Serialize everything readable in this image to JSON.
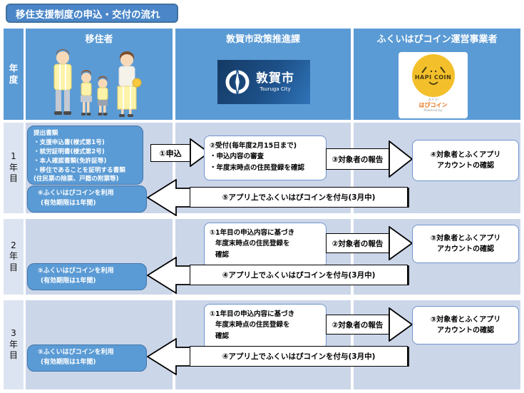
{
  "title": "移住支援制度の申込・交付の流れ",
  "colors": {
    "header_blue": "#5b9bd5",
    "row_bg": "#ccd6e9",
    "year_col_bg": "#dce4f1",
    "title_bg": "#4a86c8"
  },
  "header": {
    "year_axis_label": "年度",
    "columns": [
      {
        "label": "移住者"
      },
      {
        "label": "敦賀市政策推進課"
      },
      {
        "label": "ふくいはぴコイン運営事業者"
      }
    ],
    "tsuruga_logo": {
      "name": "敦賀市",
      "subtitle": "Tsuruga City"
    },
    "hapicoin_logo": {
      "coin_text": "HAPI COIN",
      "sub1": "ふくい",
      "sub2": "はぴコイン",
      "sub3": "Powered by"
    }
  },
  "rows": [
    {
      "year": "1年目",
      "documents_box": {
        "line1": "提出書類",
        "line2": "・支援申込書(様式第1号)",
        "line3": "・就労証明書(様式第2号)",
        "line4": "・本人確認書類(免許証等)",
        "line5": "・移住であることを証明する書類",
        "line6": "(住民票の除票、戸籍の附票等)"
      },
      "apply_arrow_label": "①申込",
      "reception_box": {
        "line1": "②受付(毎年度2月15日まで)",
        "line2": "・申込内容の審査",
        "line3": "・年度末時点の住民登録を確認"
      },
      "report_arrow_label": "③対象者の報告",
      "account_box": {
        "line1": "④対象者とふくアプリ",
        "line2": "アカウントの確認"
      },
      "grant_arrow_label": "⑤アプリ上でふくいはぴコインを付与(3月中)",
      "use_box": {
        "line1": "⑥ふくいはぴコインを利用",
        "line2": "(有効期限は1年間)"
      }
    },
    {
      "year": "2年目",
      "check_box": {
        "line1": "①1年目の申込内容に基づき",
        "line2": "年度末時点の住民登録を",
        "line3": "確認"
      },
      "report_arrow_label": "②対象者の報告",
      "account_box": {
        "line1": "③対象者とふくアプリ",
        "line2": "アカウントの確認"
      },
      "grant_arrow_label": "④アプリ上でふくいはぴコインを付与(3月中)",
      "use_box": {
        "line1": "⑤ふくいはぴコインを利用",
        "line2": "(有効期限は1年間)"
      }
    },
    {
      "year": "3年目",
      "check_box": {
        "line1": "①1年目の申込内容に基づき",
        "line2": "年度末時点の住民登録を",
        "line3": "確認"
      },
      "report_arrow_label": "②対象者の報告",
      "account_box": {
        "line1": "③対象者とふくアプリ",
        "line2": "アカウントの確認"
      },
      "grant_arrow_label": "④アプリ上でふくいはぴコインを付与(3月中)",
      "use_box": {
        "line1": "⑤ふくいはぴコインを利用",
        "line2": "(有効期限は1年間)"
      }
    }
  ]
}
